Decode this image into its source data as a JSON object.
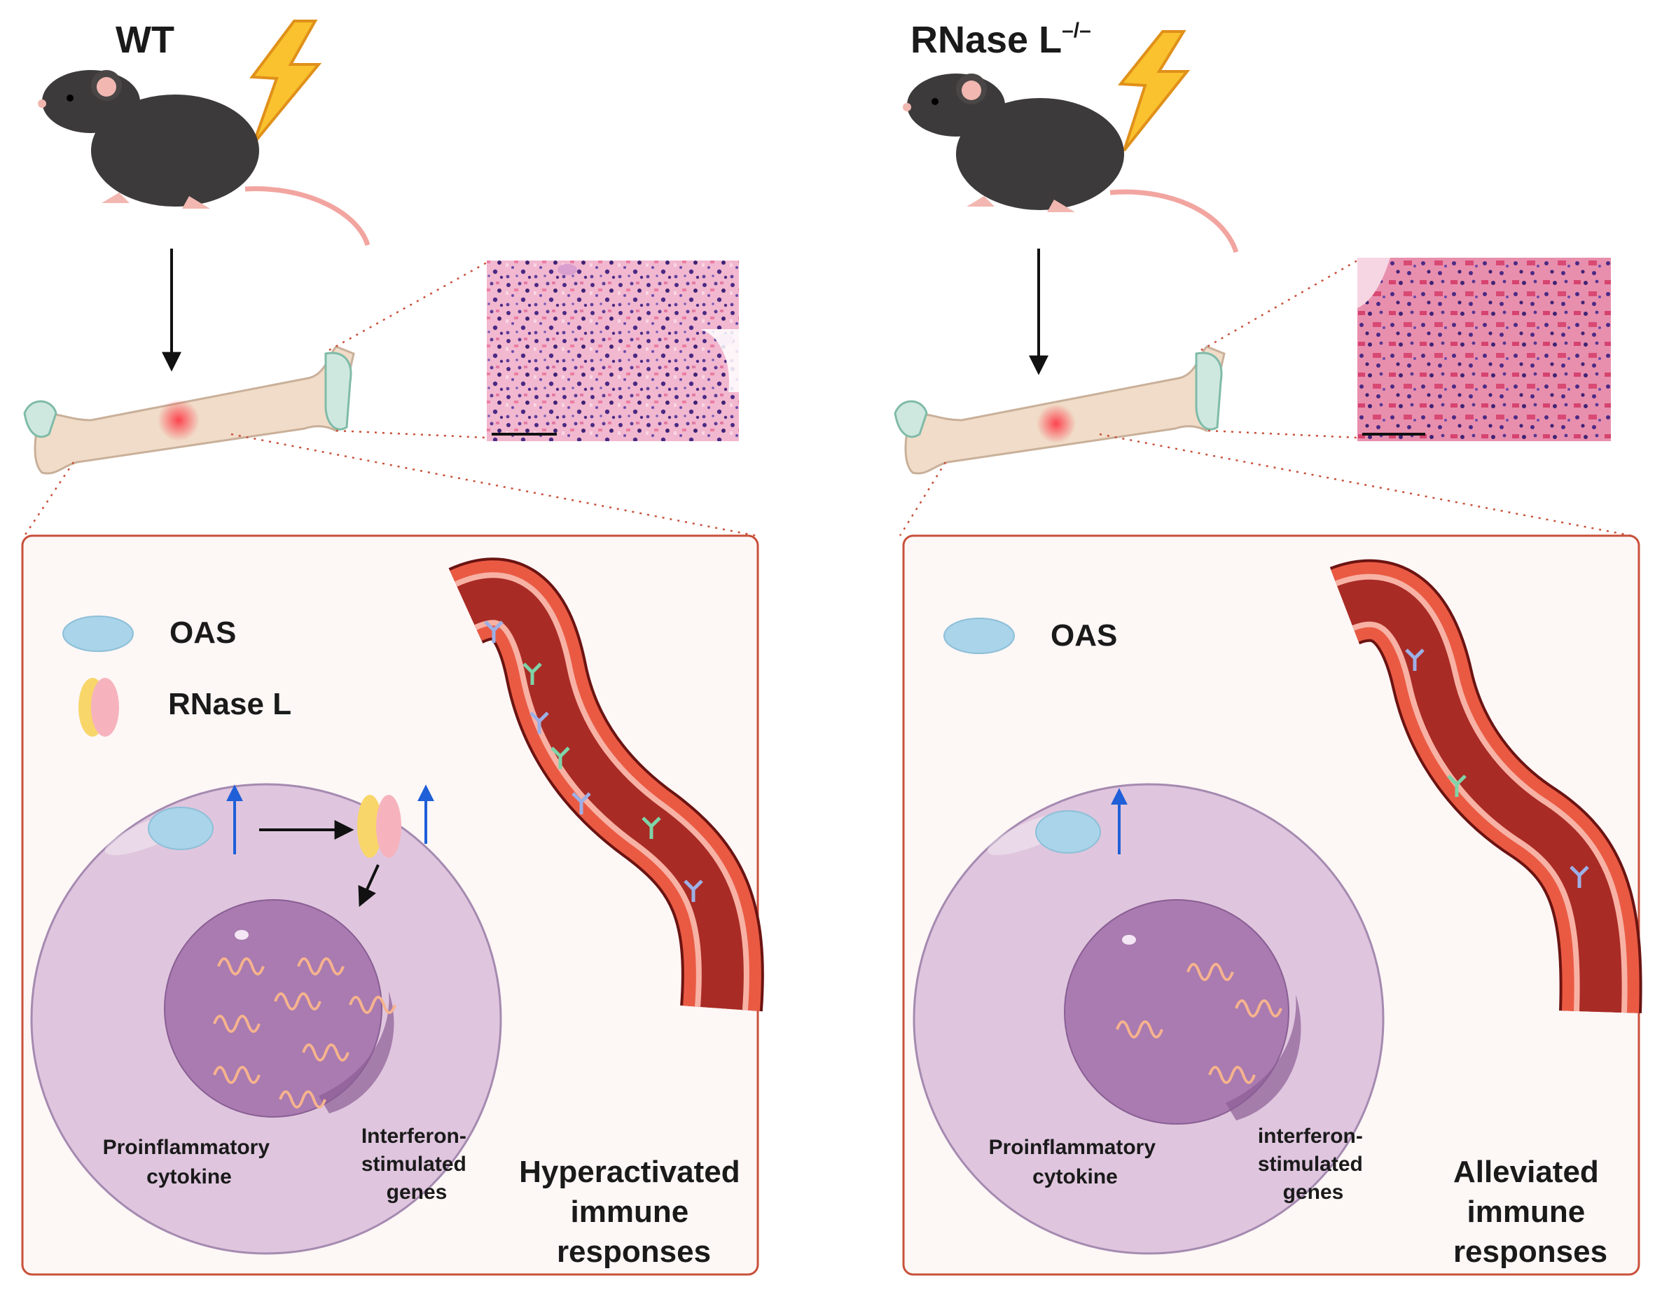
{
  "panels": [
    {
      "id": "wt",
      "title": "WT",
      "legend": {
        "oas": "OAS",
        "rnase": "RNase L"
      },
      "cytokine_label": [
        "Proinflammatory",
        "cytokine"
      ],
      "isg_label": [
        "Interferon-",
        "stimulated",
        "genes"
      ],
      "outcome": [
        "Hyperactivated",
        "immune",
        "responses"
      ]
    },
    {
      "id": "ko",
      "title": "RNase L",
      "title_superscript": "–/–",
      "legend": {
        "oas": "OAS"
      },
      "cytokine_label": [
        "Proinflammatory",
        "cytokine"
      ],
      "isg_label": [
        "interferon-",
        "stimulated",
        "genes"
      ],
      "outcome": [
        "Alleviated",
        "immune",
        "responses"
      ]
    }
  ],
  "colors": {
    "box_border": "#c8503a",
    "box_fill": "#fdf7f6",
    "cell": "#dfc6de",
    "nucleus": "#a97bb0",
    "oas": "#a9d4e9",
    "rnase_yellow": "#f8d66a",
    "rnase_pink": "#f6b3be",
    "vessel_outer": "#ea5a43",
    "vessel_inner": "#a92b25",
    "arrow_up": "#1f5fd8",
    "mouse": "#3c3a3a",
    "bolt": "#f9c22e",
    "bone": "#f0dcc8"
  },
  "icons": [
    "mouse-icon",
    "lightning-bolt-icon",
    "bone-icon",
    "histology-image",
    "blood-vessel-icon",
    "antibody-icon",
    "gene-wave-icon"
  ]
}
